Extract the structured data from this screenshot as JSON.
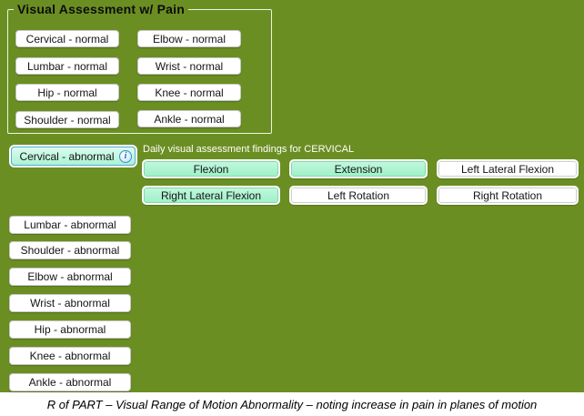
{
  "colors": {
    "background": "#6b8e23",
    "mint_selected": "#a4f3cc",
    "selected_part_border": "#58aadb",
    "button_background": "#ffffff",
    "caption_background": "#ffffff",
    "heading_text": "#ffffff"
  },
  "group": {
    "title": "Visual Assessment w/ Pain"
  },
  "normal_buttons": [
    {
      "label": "Cervical - normal"
    },
    {
      "label": "Lumbar - normal"
    },
    {
      "label": "Hip - normal"
    },
    {
      "label": "Shoulder - normal"
    },
    {
      "label": "Elbow - normal"
    },
    {
      "label": "Wrist - normal"
    },
    {
      "label": "Knee - normal"
    },
    {
      "label": "Ankle - normal"
    }
  ],
  "selected_part": {
    "label": "Cervical - abnormal",
    "info_glyph": "i"
  },
  "findings": {
    "heading": "Daily visual assessment findings for CERVICAL",
    "buttons": [
      {
        "label": "Flexion",
        "selected": true
      },
      {
        "label": "Extension",
        "selected": true
      },
      {
        "label": "Left Lateral Flexion",
        "selected": false
      },
      {
        "label": "Right Lateral Flexion",
        "selected": true
      },
      {
        "label": "Left Rotation",
        "selected": false
      },
      {
        "label": "Right Rotation",
        "selected": false
      }
    ]
  },
  "abnormal_buttons": [
    {
      "label": "Lumbar - abnormal"
    },
    {
      "label": "Shoulder - abnormal"
    },
    {
      "label": "Elbow - abnormal"
    },
    {
      "label": "Wrist - abnormal"
    },
    {
      "label": "Hip - abnormal"
    },
    {
      "label": "Knee - abnormal"
    },
    {
      "label": "Ankle - abnormal"
    }
  ],
  "caption": "R of PART – Visual Range of Motion Abnormality – noting increase in pain in planes of motion"
}
